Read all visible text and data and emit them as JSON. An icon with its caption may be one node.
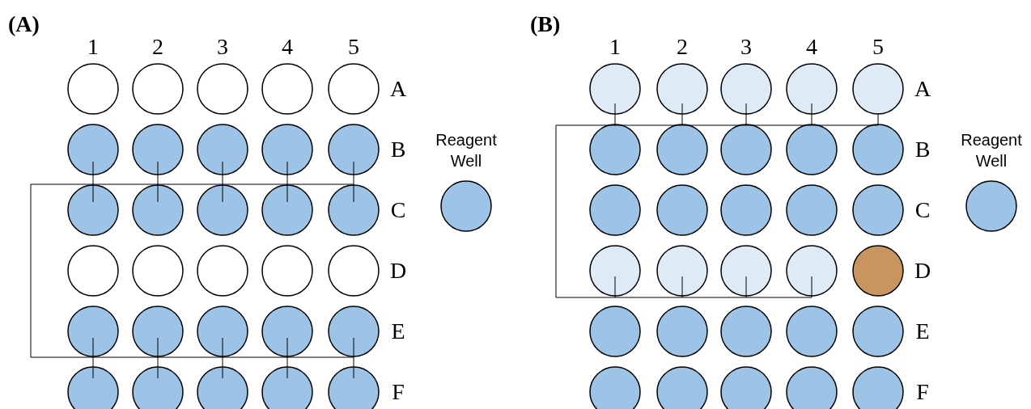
{
  "diagram": {
    "nodes": [
      {
        "text": [
          "Reagent Well"
        ]
      },
      {
        "text": [
          "Reagent Well"
        ]
      }
    ],
    "labels": [
      "(A)",
      "(B)",
      "1",
      "2",
      "3",
      "4",
      "5",
      "1",
      "2",
      "3",
      "4",
      "5",
      "A",
      "A",
      "B",
      "B",
      "C",
      "C",
      "D",
      "D",
      "E",
      "E",
      "F",
      "F"
    ]
  }
}
